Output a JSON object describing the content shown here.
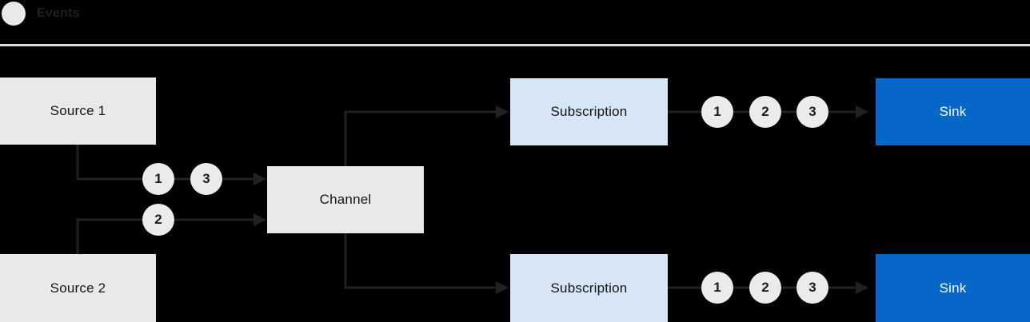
{
  "legend": {
    "label": "Events"
  },
  "colors": {
    "background": "#000000",
    "node_gray": "#e9e9e9",
    "node_light_blue": "#d6e6f7",
    "node_blue": "#0767c9",
    "badge_fill": "#ebebeb",
    "connector": "#212121",
    "divider": "#dcdcdc",
    "text_dark": "#151515",
    "text_light": "#ffffff"
  },
  "nodes": {
    "source1": {
      "label": "Source 1"
    },
    "source2": {
      "label": "Source 2"
    },
    "channel": {
      "label": "Channel"
    },
    "subscription1": {
      "label": "Subscription"
    },
    "subscription2": {
      "label": "Subscription"
    },
    "sink1": {
      "label": "Sink"
    },
    "sink2": {
      "label": "Sink"
    }
  },
  "events": {
    "source1_to_channel": [
      "1",
      "3"
    ],
    "source2_to_channel": [
      "2"
    ],
    "subscription1_to_sink": [
      "1",
      "2",
      "3"
    ],
    "subscription2_to_sink": [
      "1",
      "2",
      "3"
    ]
  }
}
